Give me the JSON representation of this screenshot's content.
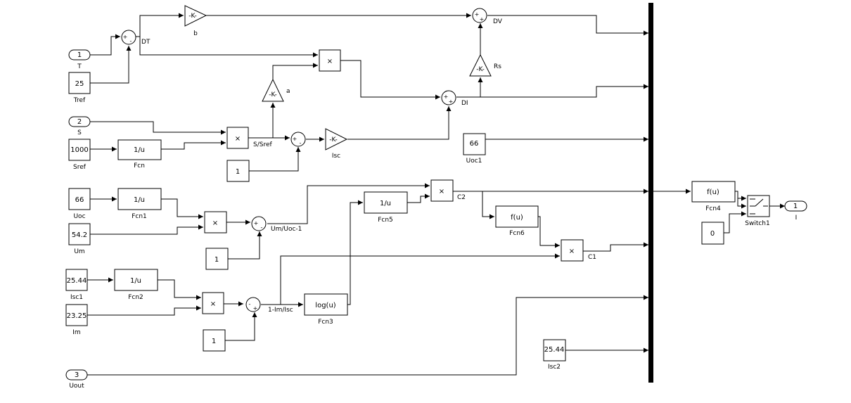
{
  "inports": [
    {
      "num": "1",
      "label": "T"
    },
    {
      "num": "2",
      "label": "S"
    },
    {
      "num": "3",
      "label": "Uout"
    }
  ],
  "outports": [
    {
      "num": "1",
      "label": "I"
    }
  ],
  "constants": {
    "tref": {
      "value": "25",
      "label": "Tref"
    },
    "sref": {
      "value": "1000",
      "label": "Sref"
    },
    "one1": {
      "value": "1"
    },
    "uoc": {
      "value": "66",
      "label": "Uoc"
    },
    "um": {
      "value": "54.2",
      "label": "Um"
    },
    "one2": {
      "value": "1"
    },
    "isc1": {
      "value": "25.44",
      "label": "Isc1"
    },
    "im": {
      "value": "23.25",
      "label": "Im"
    },
    "one3": {
      "value": "1"
    },
    "uoc1": {
      "value": "66",
      "label": "Uoc1"
    },
    "isc2": {
      "value": "25.44",
      "label": "Isc2"
    },
    "zero": {
      "value": "0"
    }
  },
  "gains": {
    "b": {
      "symbol": "-K-",
      "label": "b"
    },
    "a": {
      "symbol": "-K-",
      "label": "a"
    },
    "isc": {
      "symbol": "-K-",
      "label": "Isc"
    },
    "rs": {
      "symbol": "-K-",
      "label": "Rs"
    }
  },
  "functions": {
    "fcn": {
      "expr": "1/u",
      "label": "Fcn"
    },
    "fcn1": {
      "expr": "1/u",
      "label": "Fcn1"
    },
    "fcn2": {
      "expr": "1/u",
      "label": "Fcn2"
    },
    "fcn3": {
      "expr": "log(u)",
      "label": "Fcn3"
    },
    "fcn4": {
      "expr": "f(u)",
      "label": "Fcn4"
    },
    "fcn5": {
      "expr": "1/u",
      "label": "Fcn5"
    },
    "fcn6": {
      "expr": "f(u)",
      "label": "Fcn6"
    }
  },
  "products": {
    "symbol": "×"
  },
  "switch": {
    "label": "Switch1"
  },
  "signals": {
    "dt": "DT",
    "dv": "DV",
    "di": "DI",
    "s_sref": "S/Sref",
    "um_uoc": "Um/Uoc-1",
    "c2": "C2",
    "c1": "C1",
    "im_isc": "1-Im/Isc"
  },
  "sum_signs": {
    "plus": "+",
    "minus": "-"
  }
}
